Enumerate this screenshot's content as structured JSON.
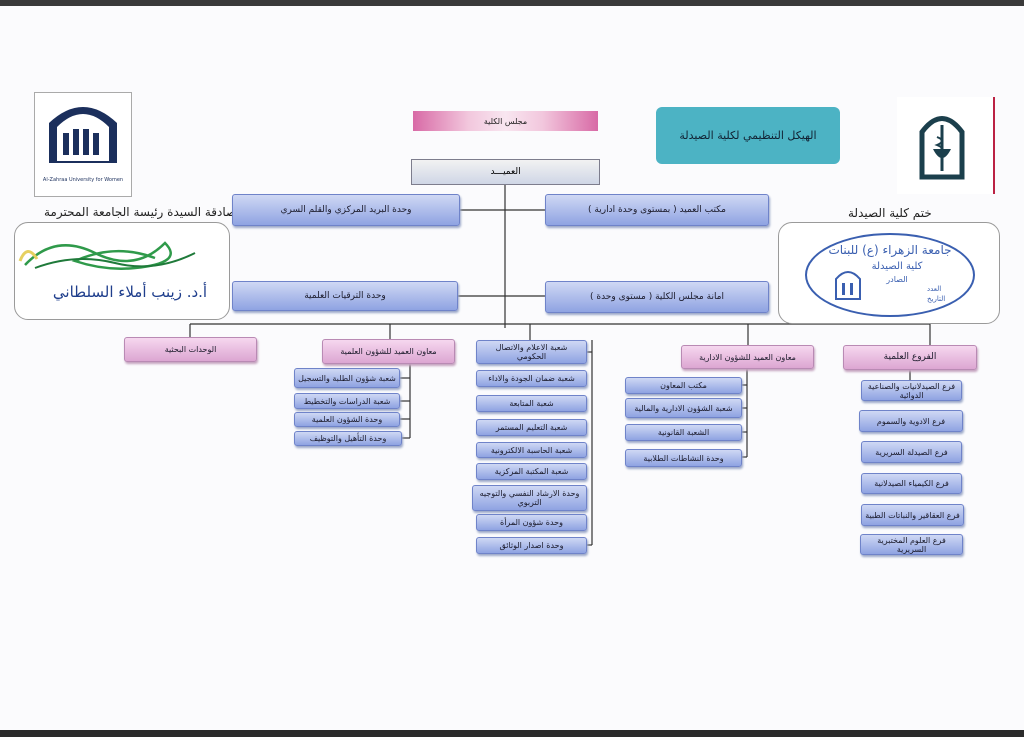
{
  "header": {
    "title": "الهيكل التنظيمي لكلية الصيدلة",
    "council": "مجلس الكلية",
    "dean": "العميـــد",
    "university_logo_text": "Al-Zahraa University for Women"
  },
  "left_panel": {
    "caption": "مصادقة السيدة رئيسة الجامعة المحترمة",
    "signature_name": "أ.د. زينب أملاء السلطاني"
  },
  "right_panel": {
    "caption": "ختم كلية الصيدلة",
    "stamp_lines": [
      "جامعة الزهراء (ع) للبنات",
      "كلية الصيدلة",
      "الصادر",
      "العدد",
      "التاريخ"
    ]
  },
  "level1": {
    "mail": "وحدة البريد المركزي والقلم السري",
    "dean_office": "مكتب العميد ( بمستوى وحدة ادارية )",
    "promotions": "وحدة الترقيات العلمية",
    "council_secretariat": "امانة مجلس الكلية ( مستوى وحدة )"
  },
  "level2": {
    "research": "الوحدات البحثية",
    "sci_assistant": "معاون العميد للشؤون العلمية",
    "admin_assistant": "معاون العميد للشؤون الادارية",
    "branches": "الفروع العلمية"
  },
  "sci_items": [
    "شعبة شؤون الطلبة والتسجيل",
    "شعبة الدراسات والتخطيط",
    "وحدة الشؤون العلمية",
    "وحدة التأهيل والتوظيف"
  ],
  "center_items": [
    "شعبة الاعلام والاتصال الحكومي",
    "شعبة ضمان الجودة والاداء",
    "شعبة المتابعة",
    "شعبة التعليم المستمر",
    "شعبة الحاسبة الالكترونية",
    "شعبة المكتبة المركزية",
    "وحدة الارشاد النفسي والتوجيه التربوي",
    "وحدة شؤون المرأة",
    "وحدة اصدار الوثائق"
  ],
  "admin_items": [
    "مكتب المعاون",
    "شعبة الشؤون الادارية والمالية",
    "الشعبة القانونية",
    "وحدة النشاطات الطلابية"
  ],
  "branch_items": [
    "فرع الصيدلانيات والصناعية الدوائية",
    "فرع الادوية والسموم",
    "فرع الصيدلة السريرية",
    "فرع الكيمياء الصيدلانية",
    "فرع العقاقير والنباتات الطبية",
    "فرع العلوم المختبرية السريرية"
  ]
}
